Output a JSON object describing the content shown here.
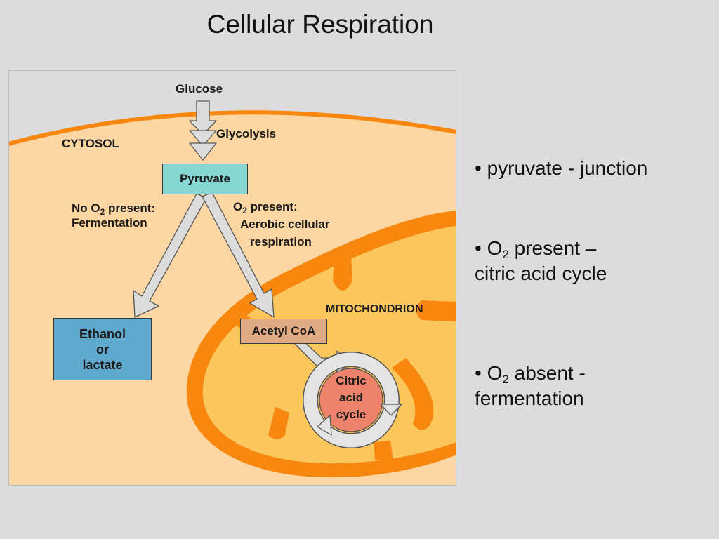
{
  "slide": {
    "title": "Cellular Respiration"
  },
  "diagram": {
    "glucose": "Glucose",
    "glycolysis": "Glycolysis",
    "cytosol": "CYTOSOL",
    "pyruvate": "Pyruvate",
    "no_o2": {
      "pre": "No O",
      "sub": "2",
      "post": " present:",
      "line2": "Fermentation"
    },
    "o2": {
      "pre": "O",
      "sub": "2",
      "post": " present:",
      "line2": "Aerobic cellular",
      "line3": "respiration"
    },
    "mitochondrion": "MITOCHONDRION",
    "ethanol": [
      "Ethanol",
      "or",
      "lactate"
    ],
    "acetyl_coa": "Acetyl CoA",
    "citric": [
      "Citric",
      "acid",
      "cycle"
    ],
    "colors": {
      "cytosol": "#fcd6a3",
      "mito_membrane": "#f7870f",
      "mito_matrix": "#fbc65c",
      "pyruvate_box": "#86d6d4",
      "ethanol_box": "#5fa9cf",
      "acetyl_box": "#dfaa84",
      "citric_circle": "#ef826a",
      "arrow": "#dcdcdc"
    }
  },
  "bullets": [
    {
      "pre": "• pyruvate - junction"
    },
    {
      "pre": "• O",
      "sub": "2",
      "post": " present –",
      "line2": "citric acid cycle"
    },
    {
      "pre": "• O",
      "sub": "2",
      "post": " absent -",
      "line2": "fermentation"
    }
  ]
}
